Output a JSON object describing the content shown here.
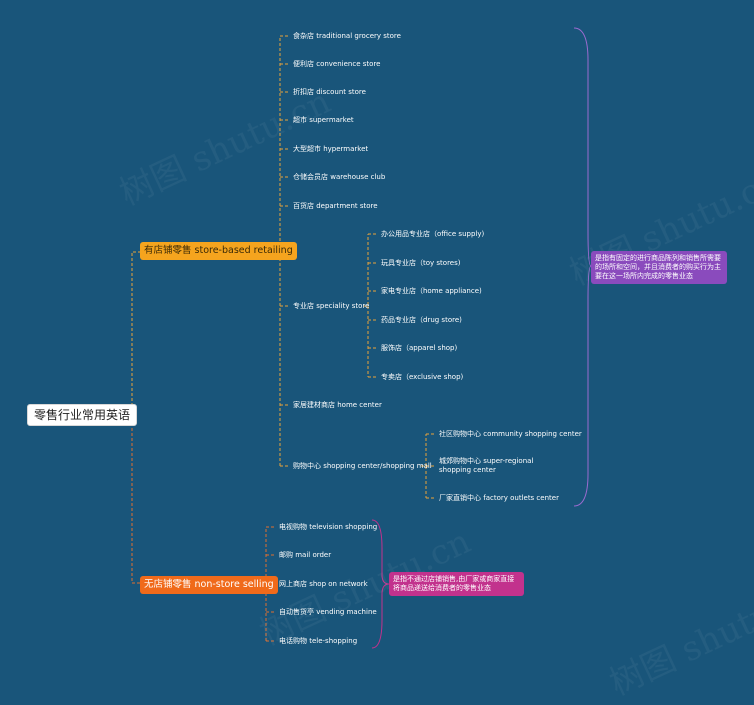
{
  "diagram": {
    "root": "零售行业常用英语",
    "branches": [
      {
        "label": "有店铺零售 store-based retailing",
        "note": "是指有固定的进行商品陈列和销售所需要的场所和空间，并且消费者的购买行为主要在这一场所内完成的零售业态",
        "children": [
          {
            "label": "食杂店 traditional grocery store"
          },
          {
            "label": "便利店 convenience store"
          },
          {
            "label": "折扣店 discount store"
          },
          {
            "label": "超市 supermarket"
          },
          {
            "label": "大型超市 hypermarket"
          },
          {
            "label": "仓储会员店 warehouse club"
          },
          {
            "label": "百货店 department store"
          },
          {
            "label": "专业店 speciality store",
            "children": [
              {
                "label": "办公用品专业店（office supply)"
              },
              {
                "label": "玩具专业店（toy stores)"
              },
              {
                "label": "家电专业店（home appliance)"
              },
              {
                "label": "药品专业店（drug store)"
              },
              {
                "label": "服饰店（apparel shop)"
              },
              {
                "label": "专卖店（exclusive shop)"
              }
            ]
          },
          {
            "label": "家居建材商店 home center"
          },
          {
            "label": "购物中心 shopping center/shopping mall",
            "children": [
              {
                "label": "社区购物中心 community shopping center"
              },
              {
                "label": "城郊购物中心 super-regional shopping center"
              },
              {
                "label": "厂家直销中心 factory outlets center"
              }
            ]
          }
        ]
      },
      {
        "label": "无店铺零售 non-store selling",
        "note": "是指不通过店铺销售,由厂家或商家直接将商品递送给消费者的零售业态",
        "children": [
          {
            "label": "电视购物 television shopping"
          },
          {
            "label": "邮购 mail order"
          },
          {
            "label": "网上商店 shop on network"
          },
          {
            "label": "自动售货亭 vending machine"
          },
          {
            "label": "电话购物 tele-shopping"
          }
        ]
      }
    ]
  },
  "watermark": "树图 shutu.cn",
  "colors": {
    "background": "#19557a",
    "store_branch": "#f5a41e",
    "nonstore_branch": "#f06a1a",
    "store_note": "#8a4bbd",
    "nonstore_note": "#c2328d",
    "connector": "#e9a23b"
  }
}
